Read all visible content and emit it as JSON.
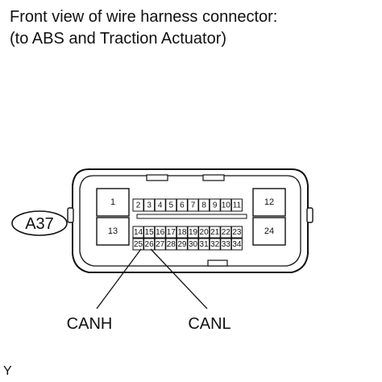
{
  "title": {
    "line1": "Front view of wire harness connector:",
    "line2": "(to ABS and Traction Actuator)"
  },
  "connector": {
    "id": "A37",
    "large_pins": [
      "1",
      "12",
      "13",
      "24"
    ],
    "top_row": [
      "2",
      "3",
      "4",
      "5",
      "6",
      "7",
      "8",
      "9",
      "10",
      "11"
    ],
    "middle_row": [
      "14",
      "15",
      "16",
      "17",
      "18",
      "19",
      "20",
      "21",
      "22",
      "23"
    ],
    "bottom_row": [
      "25",
      "26",
      "27",
      "28",
      "29",
      "30",
      "31",
      "32",
      "33",
      "34"
    ]
  },
  "signals": [
    {
      "name": "CANH",
      "pin": "25"
    },
    {
      "name": "CANL",
      "pin": "26"
    }
  ],
  "footer_code": "Y"
}
